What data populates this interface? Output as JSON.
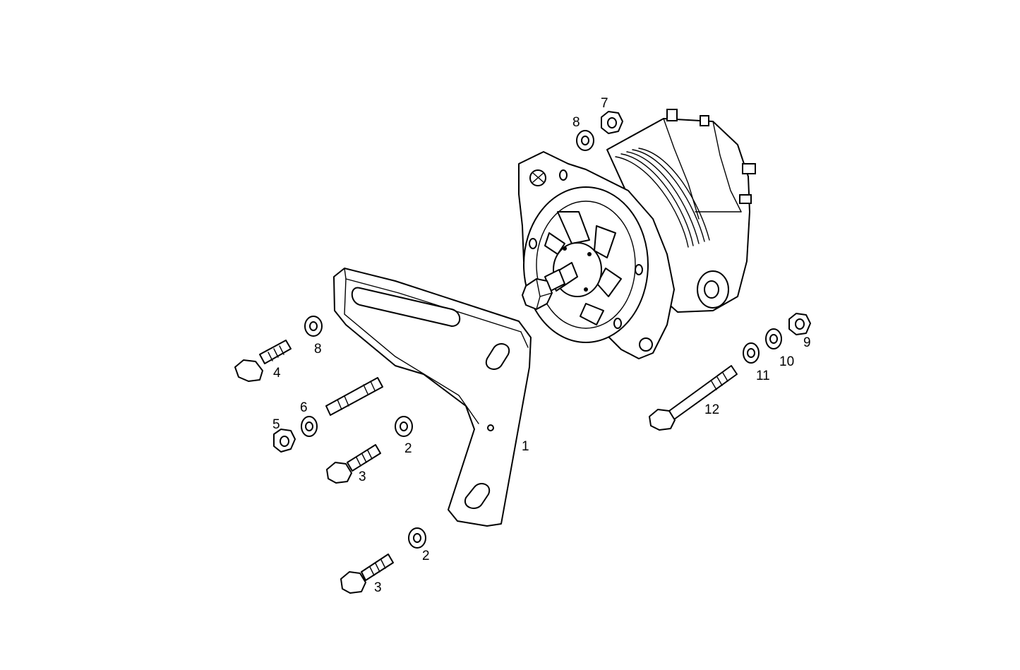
{
  "labels": {
    "bracket": "1",
    "washer_upper": "2",
    "washer_lower": "2",
    "screw_upper": "3",
    "screw_lower": "3",
    "screw_top": "4",
    "nut_left": "5",
    "washer_left": "6",
    "nut_top": "7",
    "washer_top": "8",
    "washer_left_top": "8",
    "nut_right": "9",
    "washer_right_a": "10",
    "washer_right_b": "11",
    "long_bolt": "12"
  }
}
